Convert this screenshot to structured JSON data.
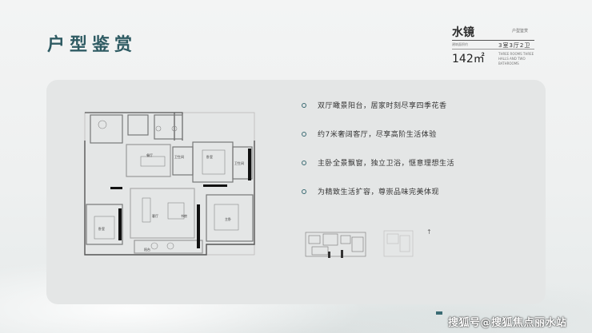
{
  "header": {
    "title": "户型鉴赏"
  },
  "unit": {
    "name": "水镜",
    "tag": "户型鉴赏",
    "rooms": "3室3厅2卫",
    "area": "142㎡",
    "sub_label": "建筑面积约",
    "description": "THREE ROOMS THREE HALLS AND TWO BATHROOMS"
  },
  "features": [
    "双厅瞰景阳台，居家时刻尽享四季花香",
    "约7米奢阔客厅，尽享高阶生活体验",
    "主卧全景飘窗，独立卫浴，惬意理想生活",
    "为精致生活扩容，尊崇品味完美体现"
  ],
  "plan_labels": {
    "living": "客厅",
    "dining": "餐厅",
    "bedroom_a": "卧室",
    "bedroom_b": "卧室",
    "master": "主卧",
    "bath_a": "卫生间",
    "bath_b": "卫生间",
    "balcony": "阳台",
    "study": "书房"
  },
  "watermark": "搜狐号@搜狐焦点丽水站",
  "colors": {
    "accent": "#2f5b63",
    "panel": "#e4e6e6",
    "background": "#f0f2f2"
  }
}
